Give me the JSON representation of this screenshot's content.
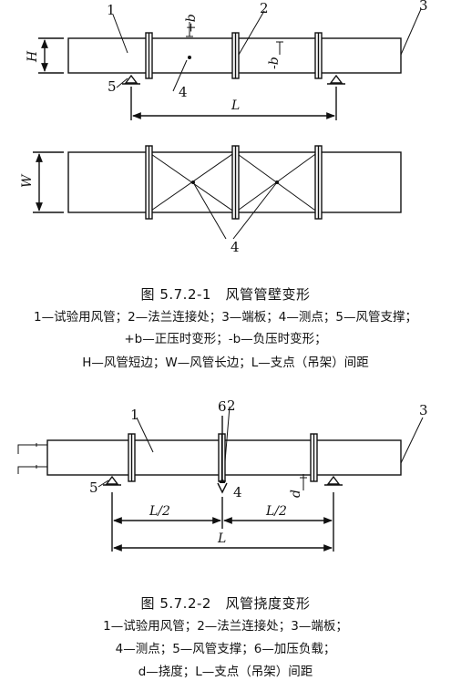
{
  "figure1": {
    "callouts": {
      "n1": "1",
      "n2": "2",
      "n3": "3",
      "n4a": "4",
      "n4b": "4",
      "n5": "5"
    },
    "dims": {
      "H": "H",
      "W": "W",
      "L": "L"
    },
    "plus_b": "+b",
    "minus_b": "-b",
    "caption_title": "图 5.7.2-1　风管管壁变形",
    "caption_lines": [
      "1—试验用风管；2—法兰连接处；3—端板；4—测点；5—风管支撑；",
      "+b—正压时变形；-b—负压时变形；",
      "H—风管短边；W—风管长边；L—支点（吊架）间距"
    ]
  },
  "figure2": {
    "callouts": {
      "n1": "1",
      "n2": "2",
      "n3": "3",
      "n4": "4",
      "n5": "5",
      "n6": "6"
    },
    "dims": {
      "half_left": "L/2",
      "half_right": "L/2",
      "L": "L",
      "d": "d"
    },
    "caption_title": "图 5.7.2-2　风管挠度变形",
    "caption_lines": [
      "1—试验用风管；2—法兰连接处；3—端板；",
      "4—测点；5—风管支撑；6—加压负载；",
      "d—挠度；L—支点（吊架）间距"
    ]
  }
}
